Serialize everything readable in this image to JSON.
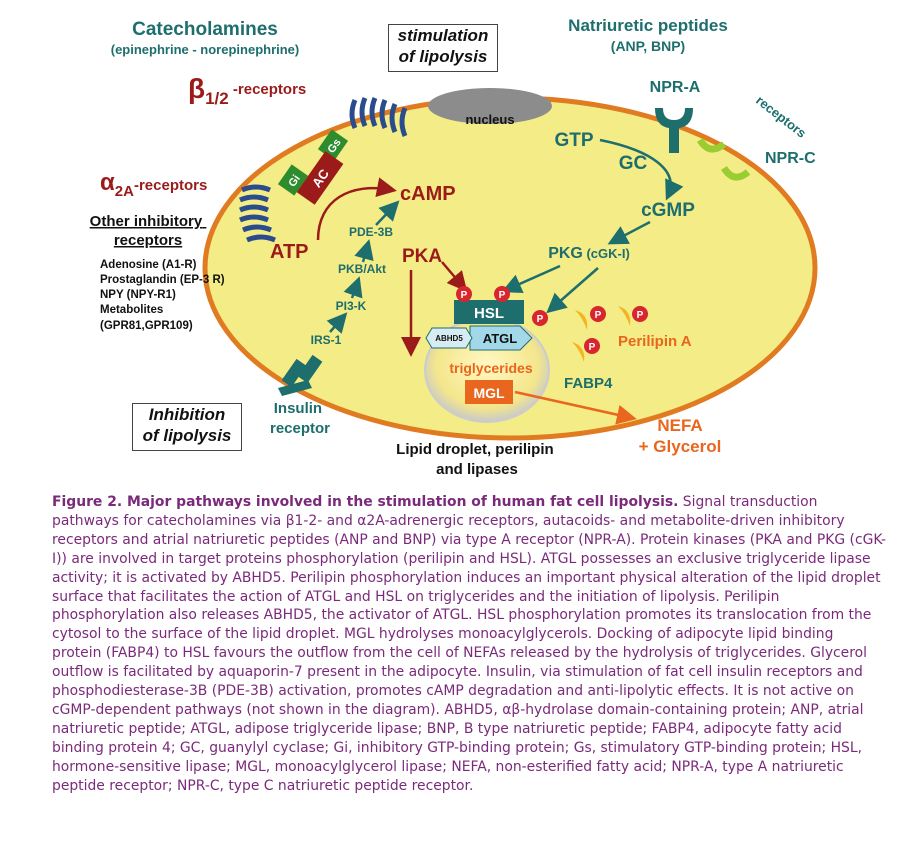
{
  "labels": {
    "catecholamines": "Catecholamines",
    "catecholamines_sub": "(epinephrine - norepinephrine)",
    "stimulation_box": [
      "stimulation",
      "of lipolysis"
    ],
    "natriuretic": "Natriuretic peptides",
    "natriuretic_sub": "(ANP, BNP)",
    "beta_receptors": [
      "β",
      "1/2",
      " -receptors"
    ],
    "alpha_receptors": [
      "α",
      "2A",
      "-receptors"
    ],
    "nucleus": "nucleus",
    "npr_a": "NPR-A",
    "receptors_arc": "receptors",
    "npr_c": "NPR-C",
    "gtp": "GTP",
    "gc": "GC",
    "cgmp": "cGMP",
    "pkg": "PKG",
    "pkg_sub": " (cGK-I)",
    "gs": "Gs",
    "ac": "AC",
    "gi": "Gi",
    "camp": "cAMP",
    "atp": "ATP",
    "pde3b": "PDE-3B",
    "pkb": "PKB/Akt",
    "pi3k": "PI3-K",
    "irs1": "IRS-1",
    "pka": "PKA",
    "other_inhibitory": [
      "Other inhibitory",
      "receptors"
    ],
    "inhibitory_list": [
      "Adenosine (A1-R)",
      "Prostaglandin (EP-3 R)",
      "NPY (NPY-R1)",
      "Metabolites",
      " (GPR81,GPR109)"
    ],
    "hsl": "HSL",
    "atgl": "ATGL",
    "abhd5": "ABHD5",
    "p": "P",
    "triglycerides": "triglycerides",
    "mgl": "MGL",
    "perilipin": "Perilipin A",
    "fabp4": "FABP4",
    "nefa": "NEFA",
    "glycerol": "+ Glycerol",
    "insulin_receptor": [
      "Insulin",
      "receptor"
    ],
    "inhibition_box": [
      "Inhibition",
      "of lipolysis"
    ],
    "lipid_droplet": [
      "Lipid droplet, perilipin",
      "and lipases"
    ]
  },
  "caption": {
    "title": "Figure 2. Major pathways involved in the stimulation of human fat cell lipolysis.",
    "body": " Signal transduction pathways for catecholamines via β1-2- and α2A-adrenergic receptors, autacoids- and metabolite-driven inhibitory receptors and atrial natriuretic peptides (ANP and BNP) via type A receptor (NPR-A). Protein kinases (PKA and PKG (cGK-I)) are involved in target proteins phosphorylation (perilipin and HSL). ATGL possesses an exclusive triglyceride lipase activity; it is activated by ABHD5. Perilipin phosphorylation induces an important physical alteration of the lipid droplet surface that facilitates the action of ATGL and HSL on triglycerides and the initiation of lipolysis. Perilipin phosphorylation also releases ABHD5, the activator of ATGL. HSL phosphorylation promotes its translocation from the cytosol to the surface of the lipid droplet. MGL hydrolyses monoacylglycerols. Docking of adipocyte lipid binding protein (FABP4) to HSL favours the outflow from the cell of NEFAs released by the hydrolysis of triglycerides. Glycerol outflow is facilitated by aquaporin-7 present in the adipocyte. Insulin, via stimulation of fat cell insulin receptors and phosphodiesterase-3B (PDE-3B) activation, promotes cAMP degradation and anti-lipolytic effects. It is not active on cGMP-dependent pathways (not shown in the diagram).  ABHD5, αβ-hydrolase domain-containing protein; ANP, atrial natriuretic peptide; ATGL, adipose triglyceride lipase; BNP, B type natriuretic peptide; FABP4, adipocyte fatty acid binding protein 4; GC, guanylyl cyclase; Gi, inhibitory GTP-binding protein; Gs, stimulatory GTP-binding protein; HSL, hormone-sensitive lipase; MGL, monoacylglycerol lipase; NEFA, non-esterified fatty acid; NPR-A, type A natriuretic peptide receptor; NPR-C, type C natriuretic peptide receptor."
  },
  "colors": {
    "cell_fill": "#f4ec86",
    "cell_border": "#e07b22",
    "teal": "#1e6e6e",
    "dark_red": "#9b1b1b",
    "green": "#2e8b2e",
    "nucleus": "#8c8c8c",
    "lime": "#9acd32",
    "orange": "#e8661e",
    "p_red": "#d8262e",
    "caption": "#7b2a7b"
  }
}
